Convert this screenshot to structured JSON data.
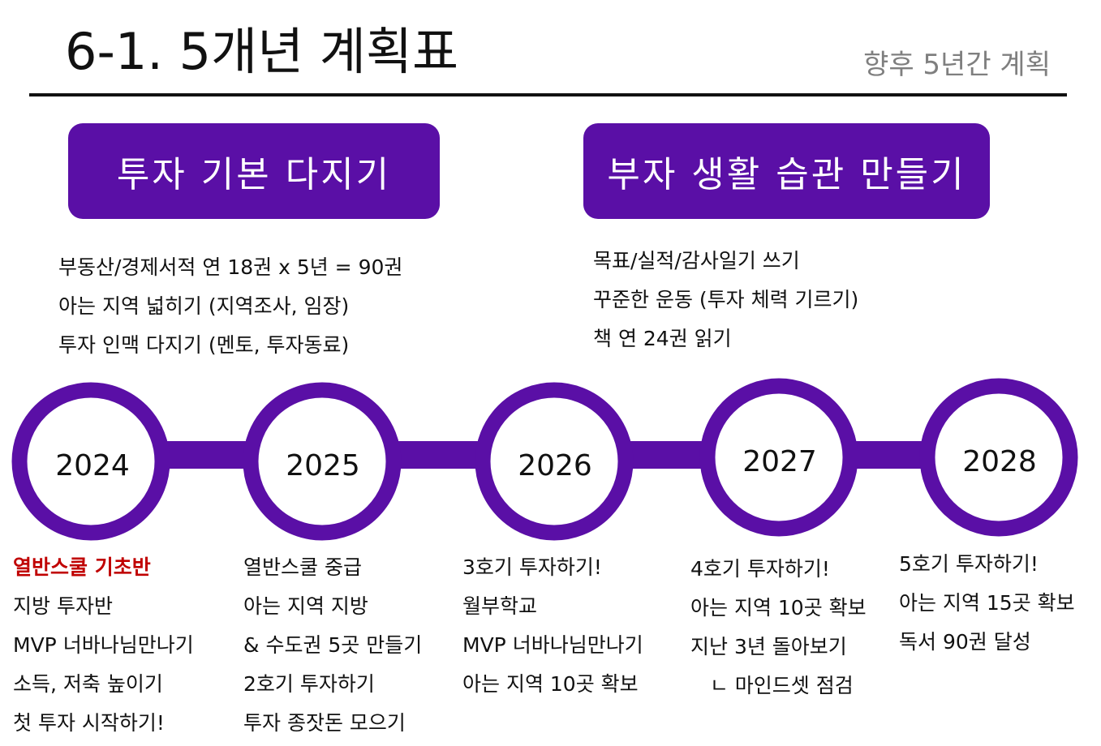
{
  "header": {
    "title": "6-1. 5개년 계획표",
    "subtitle": "향후 5년간 계획"
  },
  "phases": [
    {
      "label": "투자 기본 다지기",
      "goals": [
        "부동산/경제서적 연 18권 x 5년 = 90권",
        "아는 지역 넓히기 (지역조사, 임장)",
        "투자 인맥 다지기 (멘토, 투자동료)"
      ]
    },
    {
      "label": "부자 생활 습관 만들기",
      "goals": [
        "목표/실적/감사일기 쓰기",
        "꾸준한 운동 (투자 체력 기르기)",
        "책 연 24권 읽기"
      ]
    }
  ],
  "colors": {
    "accent": "#5a0fa6",
    "highlight": "#c00000",
    "subtitle": "#7f7f7f"
  },
  "years": [
    {
      "year": "2024",
      "items": [
        "열반스쿨 기초반",
        "지방 투자반",
        "MVP 너바나님만나기",
        "소득, 저축 높이기",
        "첫 투자 시작하기!"
      ],
      "highlight_index": 0
    },
    {
      "year": "2025",
      "items": [
        "열반스쿨 중급",
        "아는 지역 지방",
        "& 수도권 5곳 만들기",
        "2호기 투자하기",
        "투자 종잣돈 모으기"
      ],
      "highlight_index": -1
    },
    {
      "year": "2026",
      "items": [
        "3호기 투자하기!",
        "월부학교",
        "MVP 너바나님만나기",
        "아는 지역 10곳 확보"
      ],
      "highlight_index": -1
    },
    {
      "year": "2027",
      "items": [
        "4호기 투자하기!",
        "아는 지역 10곳 확보",
        "지난 3년 돌아보기",
        "   ㄴ 마인드셋 점검"
      ],
      "highlight_index": -1
    },
    {
      "year": "2028",
      "items": [
        "5호기 투자하기!",
        "아는 지역 15곳 확보",
        "독서 90권 달성"
      ],
      "highlight_index": -1
    }
  ]
}
